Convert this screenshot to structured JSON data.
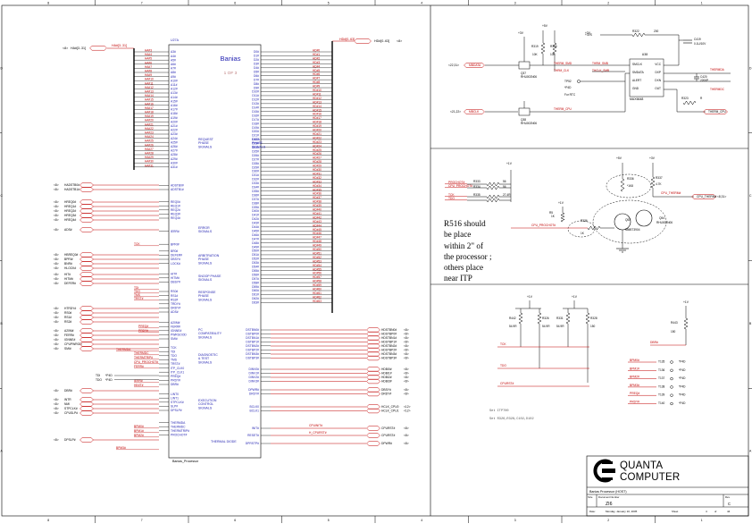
{
  "border": {
    "top_numbers": [
      "8",
      "7",
      "6",
      "5",
      "4",
      "3",
      "2",
      "1"
    ],
    "side_letters": [
      "D",
      "C",
      "B",
      "A"
    ]
  },
  "cpu": {
    "ref": "U27A",
    "name": "Banias",
    "part": "1 OF 3",
    "part_number": "Banias_Processor",
    "group_labels": [
      [
        "REQUEST",
        "PHASE",
        "SIGNALS"
      ],
      [
        "DATA",
        "PHASE",
        "SIGNALS"
      ],
      [
        "ERROR",
        "SIGNALS"
      ],
      [
        "ARBITRATION",
        "PHASE",
        "SIGNALS"
      ],
      [
        "SNOOP PHASE",
        "SIGNALS"
      ],
      [
        "RESPONSE",
        "PHASE",
        "SIGNALS"
      ],
      [
        "PC",
        "COMPATIBILITY",
        "SIGNALS"
      ],
      [
        "DIAGNOSTIC",
        "& TEST",
        "SIGNALS"
      ],
      [
        "EXECUTION",
        "CONTROL",
        "SIGNALS"
      ],
      [
        "THERMAL DIODE"
      ]
    ],
    "left_bus_a": [
      "A3#",
      "A4#",
      "A5#",
      "A6#",
      "A7#",
      "A8#",
      "A9#",
      "A10#",
      "A11#",
      "A12#",
      "A13#",
      "A14#",
      "A15#",
      "A16#",
      "A17#",
      "A18#",
      "A19#",
      "A20#",
      "A21#",
      "A22#",
      "A23#",
      "A24#",
      "A25#",
      "A26#",
      "A27#",
      "A28#",
      "A29#",
      "A30#",
      "A31#"
    ],
    "left_adstb": [
      "ADSTB0#",
      "ADSTB1#"
    ],
    "left_req": [
      "REQ0#",
      "REQ1#",
      "REQ2#",
      "REQ3#",
      "REQ4#"
    ],
    "left_err": [
      "IERR#"
    ],
    "left_arb_a": [
      "BPRI#"
    ],
    "left_arb_b": [
      "BR0#",
      "DEFER#",
      "DBSY#",
      "LOCK#"
    ],
    "left_snoop": [
      "HIT#",
      "HITM#",
      "DBSY#"
    ],
    "left_resp": [
      "RS0#",
      "RS1#",
      "RS2#",
      "TRDY#",
      "DRDY#",
      "ADS#"
    ],
    "left_pc": [
      "A20M#",
      "FERR#",
      "IGNNE#",
      "PWRGOOD",
      "SMI#"
    ],
    "left_diag": [
      "TCK",
      "TDI",
      "TDO",
      "TMS",
      "TRST#",
      "ITP_CLK0",
      "ITP_CLK1",
      "PREQ#",
      "PRDY#",
      "DBR#"
    ],
    "left_exec": [
      "LINT0",
      "LINT1",
      "STPCLK#",
      "SLP#",
      "DPSLP#"
    ],
    "left_thermal": [
      "THERMDA",
      "THERMDC",
      "THERMTRIP#",
      "PROCHOT#"
    ],
    "right_data": [
      "D0#",
      "D1#",
      "D2#",
      "D3#",
      "D4#",
      "D5#",
      "D6#",
      "D7#",
      "D8#",
      "D9#",
      "D10#",
      "D11#",
      "D12#",
      "D13#",
      "D14#",
      "D15#",
      "D16#",
      "D17#",
      "D18#",
      "D19#",
      "D20#",
      "D21#",
      "D22#",
      "D23#",
      "D24#",
      "D25#",
      "D26#",
      "D27#",
      "D28#",
      "D29#",
      "D30#",
      "D31#",
      "D32#",
      "D33#",
      "D34#",
      "D35#",
      "D36#",
      "D37#",
      "D38#",
      "D39#",
      "D40#",
      "D41#",
      "D42#",
      "D43#",
      "D44#",
      "D45#",
      "D46#",
      "D47#",
      "D48#",
      "D49#",
      "D50#",
      "D51#",
      "D52#",
      "D53#",
      "D54#",
      "D55#",
      "D56#",
      "D57#",
      "D58#",
      "D59#",
      "D60#",
      "D61#",
      "D62#",
      "D63#"
    ],
    "right_dstb": [
      "DSTBN0#",
      "DSTBP0#",
      "DSTBN1#",
      "DSTBP1#",
      "DSTBN2#",
      "DSTBP2#",
      "DSTBN3#",
      "DSTBP3#"
    ],
    "right_dinv": [
      "DINV0#",
      "DINV1#",
      "DINV2#",
      "DINV3#"
    ],
    "right_dpwr": [
      "DPWR#",
      "DRDY#"
    ],
    "right_bclk": [
      "BCLK0",
      "BCLK1"
    ],
    "right_bottom": [
      "INIT#",
      "RESET#",
      "DPRSTP#"
    ]
  },
  "nets": {
    "ha_bus_left": "HA#[3..31]",
    "ha_bus_left_tag": "<8>",
    "ha_bus_label": "HA#[3..31]",
    "hd_bus_right": "HD#[0..63]",
    "hd_bus_right_tag": "<8>",
    "hd_bus_label": "HD#[0..63]",
    "left_ports": [
      {
        "tag": "<8>",
        "name": "HADSTB0#"
      },
      {
        "tag": "<8>",
        "name": "HADSTB1#"
      },
      {
        "tag": "<8>",
        "name": "HREQ0#"
      },
      {
        "tag": "<8>",
        "name": "HREQ1#"
      },
      {
        "tag": "<8>",
        "name": "HREQ2#"
      },
      {
        "tag": "<8>",
        "name": "HREQ3#"
      },
      {
        "tag": "<8>",
        "name": "HREQ4#"
      },
      {
        "tag": "<8>",
        "name": "ADS#"
      },
      {
        "tag": "<8>",
        "name": "HBREQ0#"
      },
      {
        "tag": "<8>",
        "name": "BPRI#"
      },
      {
        "tag": "<8>",
        "name": "BNR#"
      },
      {
        "tag": "<8>",
        "name": "HLOCK#"
      },
      {
        "tag": "<8>",
        "name": "HIT#"
      },
      {
        "tag": "<8>",
        "name": "HITM#"
      },
      {
        "tag": "<8>",
        "name": "DEFER#"
      },
      {
        "tag": "<8>",
        "name": "HTRDY#"
      },
      {
        "tag": "<8>",
        "name": "RS0#"
      },
      {
        "tag": "<8>",
        "name": "RS1#"
      },
      {
        "tag": "<8>",
        "name": "RS2#"
      },
      {
        "tag": "<8>",
        "name": "A20M#"
      },
      {
        "tag": "<8>",
        "name": "FERR#"
      },
      {
        "tag": "<8>",
        "name": "IGNNE#"
      },
      {
        "tag": "<8>",
        "name": "CPUPWRGD"
      },
      {
        "tag": "<8>",
        "name": "SMI#"
      },
      {
        "tag": "<8>",
        "name": "DBR#"
      },
      {
        "tag": "<8>",
        "name": "INTR"
      },
      {
        "tag": "<8>",
        "name": "NMI"
      },
      {
        "tag": "<8>",
        "name": "STPCLK#"
      },
      {
        "tag": "<8>",
        "name": "CPUSLP#"
      },
      {
        "tag": "<8>",
        "name": "DPSLP#"
      },
      {
        "tag": "<8>",
        "name": "THERMTRIP#"
      }
    ],
    "red_left": [
      "TCK",
      "TDI",
      "TDO",
      "TMS",
      "TRST#",
      "PREQ#",
      "PRDY#",
      "THERMDA",
      "THERMDC",
      "THERMTRIP#",
      "CPU_PROCHOT#",
      "FERR#",
      "IERR#",
      "HINIT#",
      "BPM0#",
      "BPM1#",
      "BPM2#",
      "BPM3#"
    ],
    "itp_ports": [
      "TDI",
      "TDO"
    ],
    "itp_tag": "*P4D",
    "right_ports": [
      {
        "name": "HDSTBN0#",
        "tag": "<8>"
      },
      {
        "name": "HDSTBP0#",
        "tag": "<8>"
      },
      {
        "name": "HDSTBN1#",
        "tag": "<8>"
      },
      {
        "name": "HDSTBP1#",
        "tag": "<8>"
      },
      {
        "name": "HDSTBN2#",
        "tag": "<8>"
      },
      {
        "name": "HDSTBP2#",
        "tag": "<8>"
      },
      {
        "name": "HDSTBN3#",
        "tag": "<8>"
      },
      {
        "name": "HDSTBP3#",
        "tag": "<8>"
      },
      {
        "name": "HDBI0#",
        "tag": "<8>"
      },
      {
        "name": "HDBI1#",
        "tag": "<8>"
      },
      {
        "name": "HDBI2#",
        "tag": "<8>"
      },
      {
        "name": "HDBI3#",
        "tag": "<8>"
      },
      {
        "name": "DBSY#",
        "tag": "<8>"
      },
      {
        "name": "DRDY#",
        "tag": "<8>"
      },
      {
        "name": "HCLK_CPU0",
        "tag": "<12>"
      },
      {
        "name": "HCLK_CPU1",
        "tag": "<12>"
      },
      {
        "name": "CPURST#",
        "tag": "<8>"
      },
      {
        "name": "CPURST#",
        "tag": "<8>"
      },
      {
        "name": "DPWR#",
        "tag": "<8>"
      }
    ],
    "right_red": [
      "CPUINIT#",
      "H_CPURST#"
    ]
  },
  "thermal": {
    "u_ref": "U38",
    "u_part": "MAX6648",
    "pins_left": [
      "SMCLK",
      "SMDATA",
      "ALERT",
      "GND"
    ],
    "pins_right": [
      "VCC",
      "DXP",
      "DXN",
      "OUT"
    ],
    "ports_left": [
      {
        "tag": "<22,31>",
        "name": "MBDATA"
      },
      {
        "tag": "<21,22>",
        "name": "MBCLK"
      }
    ],
    "q_top": "Q37",
    "q_top_part": "RHU002N06",
    "q_bot": "Q38",
    "q_bot_part": "RHU002N06",
    "res": [
      "R319",
      "R320",
      "R321",
      "R322",
      "R323"
    ],
    "res_vals": [
      "10K",
      "10K",
      "10K",
      "200"
    ],
    "caps": [
      "C419",
      "C420"
    ],
    "cap_vals": [
      "0.1U/10V",
      "2200P"
    ],
    "rails": [
      "+3V",
      "+5V",
      "+3V"
    ],
    "nets": [
      "THERM_SMD",
      "THRM_CLK",
      "THERMDA",
      "THERMDC",
      "THRM_SMB",
      "THCLK_SMB",
      "THERM_CPU"
    ],
    "misc": [
      "R",
      "TP52",
      "*P4D",
      "For RTC",
      "+3VS"
    ]
  },
  "prochot": {
    "lines": [
      "PROCHOT#",
      "CPU_PROCHOT#",
      "TCK",
      "TDO"
    ],
    "res": [
      "R333",
      "R334",
      "R335",
      "R336",
      "R337"
    ],
    "res_vals": [
      "56",
      "56",
      "27.4R",
      "4.7K",
      "4.7K"
    ],
    "q": "Q53",
    "q_part": "MMBT3904",
    "q2": "Q54",
    "q2_part": "RHU002N06",
    "rails": [
      "+5V",
      "+3V",
      "+1V"
    ],
    "net_out": "CPU_THERM#",
    "net_out_tag": "<8,31>",
    "misc": [
      "R5",
      "*1K8",
      "1K",
      "1K",
      "CPU_PROCHOT#"
    ]
  },
  "note": {
    "lines": [
      "R516 should",
      "be place",
      "within 2\" of",
      "the processor ;",
      "others place",
      "near ITP"
    ]
  },
  "itp": {
    "rails": [
      "+1V",
      "+1V"
    ],
    "res": [
      "R442",
      "R326",
      "R331",
      "R328"
    ],
    "res_vals": [
      "54.9R",
      "54.9R",
      "54.9R",
      "150"
    ],
    "lines": [
      "TCK",
      "TDO",
      "CPURST#"
    ],
    "right_rail": "+1V",
    "right_res": "R443",
    "right_res_val": "150",
    "right_net": "DBR#",
    "pads": [
      {
        "net": "BPM0#",
        "tp": "T135",
        "tag": "*P4D"
      },
      {
        "net": "BPM1#",
        "tp": "T136",
        "tag": "*P4D"
      },
      {
        "net": "BPM2#",
        "tp": "T137",
        "tag": "*P4D"
      },
      {
        "net": "BPM3#",
        "tp": "T138",
        "tag": "*P4D"
      },
      {
        "net": "PREQ#",
        "tp": "T139",
        "tag": "*P4D"
      },
      {
        "net": "PRDY#",
        "tp": "T140",
        "tag": "*P4D"
      }
    ],
    "notes": [
      "Set ITP700",
      "Set R326,R328,C102,D102"
    ]
  },
  "title_block": {
    "company_line1": "QUANTA",
    "company_line2": "COMPUTER",
    "title": "Banias Processor (HOST)",
    "size_label": "Size",
    "doc_label": "Document Number",
    "rev_label": "Rev",
    "project": "ZI6",
    "rev": "C",
    "date_label": "Date:",
    "date": "Monday, January 10, 2005",
    "sheet_label": "Sheet",
    "sheet": "4",
    "of_label": "of",
    "sheets": "44"
  }
}
